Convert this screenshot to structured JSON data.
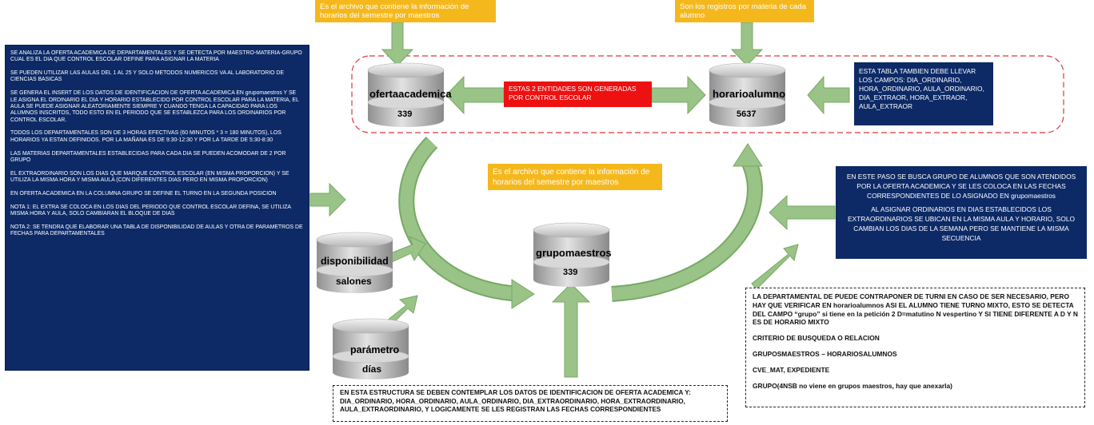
{
  "notes": {
    "top_left": "Es el archivo que contiene la información de horarios del semestre por maestros",
    "top_right": "Son los registros por materia de cada alumno",
    "center": "Es el archivo que contiene la información de horarios del semestre por maestros",
    "red_center": "ESTAS 2 ENTIDADES SON GENERADAS POR CONTROL ESCOLAR",
    "right_top": "ESTA TABLA TAMBIEN DEBE LLEVAR LOS CAMPOS: DIA_ORDINARIO, HORA_ORDINARIO, AULA_ORDINARIO, DIA_EXTRAOR, HORA_EXTRAOR, AULA_EXTRAOR",
    "right_mid": [
      "EN ESTE PASO SE BUSCA GRUPO DE ALUMNOS QUE SON ATENDIDOS POR LA OFERTA ACADEMICA Y SE LES COLOCA EN LAS FECHAS CORRESPONDIENTES DE LO ASIGNADO EN grupomaestros",
      "AL ASIGNAR ORDINARIOS EN DIAS ESTABLECIDOS LOS EXTRAORDINARIOS SE UBICAN EN LA MISMA AULA Y HORARIO, SOLO CAMBIAN LOS DIAS DE LA SEMANA PERO SE MANTIENE LA MISMA SECUENCIA"
    ],
    "left_panel": [
      "SE ANALIZA LA OFERTA ACADEMICA DE DEPARTAMENTALES Y SE DETECTA POR MAESTRO-MATERIA-GRUPO CUAL ES EL DIA QUE CONTROL ESCOLAR DEFINE PARA ASIGNAR LA MATERIA",
      "SE PUEDEN UTILIZAR LAS AULAS DEL 1 AL 25 Y SOLO METODOS NUMERICOS VA AL LABORATORIO DE CIENCIAS BASICAS",
      "SE GENERA EL INSERT DE LOS DATOS DE IDENTIFICACION DE OFERTA ACADEMICA EN grupomaestros Y SE LE ASIGNA EL ORDINARIO EL DIA Y HORARIO ESTABLECIDO POR CONTROL ESCOLAR PARA LA MATERIA, EL AULA SE PUEDE ASIGNAR ALEATORIAMENTE SIEMPRE Y CUANDO TENGA LA CAPACIDAD PARA LOS ALUMNOS INSCRITOS, TODO ESTO EN EL PERIODO QUE SE ESTABLEZCA PARA LOS ORDINARIOS POR CONTROL ESCOLAR.",
      "TODOS LOS DEPARTAMENTALES SON DE 3 HORAS EFECTIVAS (60 MINUTOS * 3 = 180 MINUTOS), LOS HORARIOS YA ESTAN DEFINIDOS. POR LA MAÑANA ES DE 9:30-12:30 Y POR LA TARDE DE 5:30-8:30",
      "LAS MATERIAS DEPARTAMENTALES ESTABLECIDAS PARA CADA DIA SE PUEDEN ACOMODAR DE 2 POR GRUPO",
      "EL EXTRAORDINARIO SON LOS DIAS QUE MARQUE CONTROL ESCOLAR (EN MISMA PROPORCION) Y SE UTILIZA LA MISMA HORA Y MISMA AULA (CON DIFERENTES DIAS PERO EN MISMA PROPORCION)",
      "EN OFERTA ACADEMICA EN LA COLUMNA GRUPO SE DEFINE EL TURNO EN LA SEGUNDA POSICION",
      "NOTA 1: EL EXTRA SE COLOCA EN LOS DIAS DEL PERIODO QUE CONTROL ESCOLAR DEFINA, SE UTILIZA MISMA HORA Y AULA, SOLO CAMBIARAN EL BLOQUE DE DIAS",
      "NOTA 2: SE TENDRA QUE ELABORAR UNA TABLA DE DISPONIBILIDAD DE AULAS Y OTRA DE PARAMETROS DE FECHAS PARA DEPARTAMENTALES"
    ],
    "bottom_center": "EN ESTA ESTRUCTURA SE DEBEN CONTEMPLAR LOS DATOS DE IDENTIFICACION DE OFERTA ACADEMICA Y: DIA_ORDINARIO, HORA_ORDINARIO, AULA_ORDINARIO, DIA_EXTRAORDINARIO, HORA_EXTRAORDINARIO, AULA_EXTRAORDINARIO, Y LOGICAMENTE SE LES REGISTRAN LAS FECHAS CORRESPONDIENTES",
    "bottom_right": [
      "LA DEPARTAMENTAL DE PUEDE CONTRAPONER DE TURNI EN CASO DE SER NECESARIO, PERO HAY QUE VERIFICAR EN horarioalumnos ASI EL ALUMNO TIENE TURNO MIXTO, ESTO SE DETECTA DEL CAMPO “grupo” si tiene en la petición 2 D=matutino N vespertino Y SI TIENE DIFERENTE A D Y N ES DE HORARIO MIXTO",
      "CRITERIO DE BUSQUEDA O RELACION",
      "GRUPOSMAESTROS – HORARIOSALUMNOS",
      "CVE_MAT, EXPEDIENTE",
      "GRUPO(4NSB no viene en grupos maestros, hay que anexarla)"
    ]
  },
  "databases": {
    "ofertaacademica": {
      "name": "ofertaacademica",
      "count": "339"
    },
    "horarioalumno": {
      "name": "horarioalumno",
      "count": "5637"
    },
    "grupomaestros": {
      "name": "grupomaestros",
      "count": "339"
    },
    "disponibilidad": {
      "line1": "disponibilidad",
      "line2": "salones"
    },
    "parametro": {
      "line1": "parámetro",
      "line2": "días"
    }
  },
  "colors": {
    "navy": "#0d2a67",
    "yellow": "#f5b81c",
    "red": "#ee1111",
    "arrow_green": "#9ac387",
    "dashed_red": "#d9363e"
  }
}
